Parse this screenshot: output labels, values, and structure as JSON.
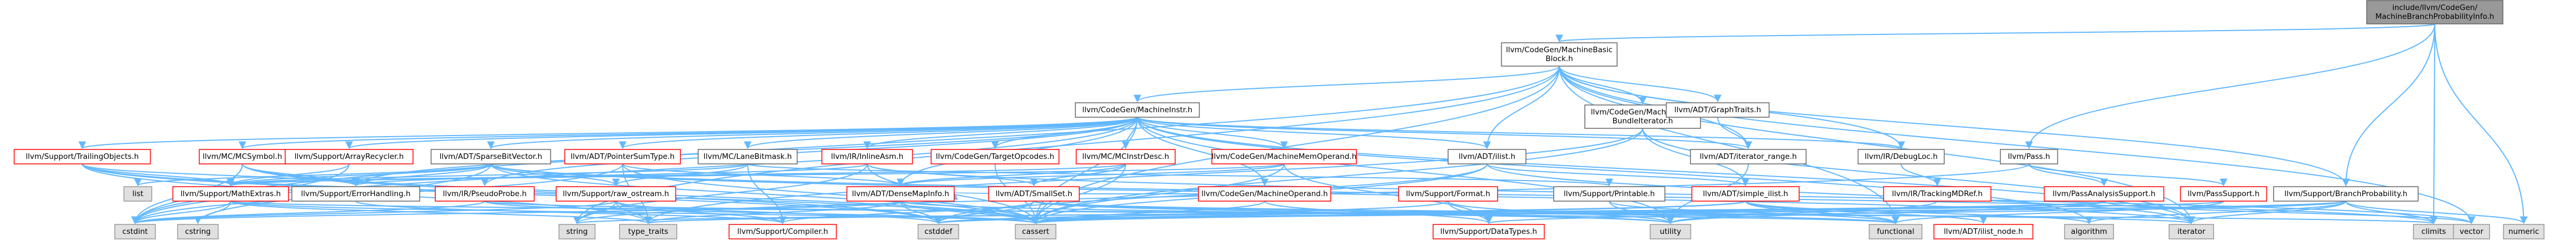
{
  "graph": {
    "nodes": [
      {
        "id": "root",
        "lines": [
          "include/llvm/CodeGen/",
          "MachineBranchProbabilityInfo.h"
        ],
        "style": "root"
      },
      {
        "id": "mbb",
        "lines": [
          "llvm/CodeGen/MachineBasic",
          "Block.h"
        ],
        "style": "plain"
      },
      {
        "id": "pass",
        "lines": [
          "llvm/Pass.h"
        ],
        "style": "plain"
      },
      {
        "id": "bp",
        "lines": [
          "llvm/Support/BranchProbability.h"
        ],
        "style": "plain"
      },
      {
        "id": "cl",
        "lines": [
          "climits"
        ],
        "style": "gray"
      },
      {
        "id": "num",
        "lines": [
          "numeric"
        ],
        "style": "gray"
      },
      {
        "id": "mi",
        "lines": [
          "llvm/CodeGen/MachineInstr.h"
        ],
        "style": "plain"
      },
      {
        "id": "mib",
        "lines": [
          "llvm/CodeGen/MachineInstr",
          "BundleIterator.h"
        ],
        "style": "plain"
      },
      {
        "id": "gt",
        "lines": [
          "llvm/ADT/GraphTraits.h"
        ],
        "style": "plain"
      },
      {
        "id": "ts",
        "lines": [
          "llvm/Support/TrailingObjects.h"
        ],
        "style": "red"
      },
      {
        "id": "sym",
        "lines": [
          "llvm/MC/MCSymbol.h"
        ],
        "style": "red"
      },
      {
        "id": "ar",
        "lines": [
          "llvm/Support/ArrayRecycler.h"
        ],
        "style": "red"
      },
      {
        "id": "sbv",
        "lines": [
          "llvm/ADT/SparseBitVector.h"
        ],
        "style": "plain"
      },
      {
        "id": "pst",
        "lines": [
          "llvm/ADT/PointerSumType.h"
        ],
        "style": "red"
      },
      {
        "id": "lbm",
        "lines": [
          "llvm/MC/LaneBitmask.h"
        ],
        "style": "plain"
      },
      {
        "id": "ia",
        "lines": [
          "llvm/IR/InlineAsm.h"
        ],
        "style": "red"
      },
      {
        "id": "tgt",
        "lines": [
          "llvm/CodeGen/TargetOpcodes.h"
        ],
        "style": "red"
      },
      {
        "id": "mcid",
        "lines": [
          "llvm/MC/MCInstrDesc.h"
        ],
        "style": "red"
      },
      {
        "id": "mmo",
        "lines": [
          "llvm/CodeGen/MachineMemOperand.h"
        ],
        "style": "red"
      },
      {
        "id": "ilist",
        "lines": [
          "llvm/ADT/ilist.h"
        ],
        "style": "plain"
      },
      {
        "id": "ir",
        "lines": [
          "llvm/ADT/iterator_range.h"
        ],
        "style": "plain"
      },
      {
        "id": "dl",
        "lines": [
          "llvm/IR/DebugLoc.h"
        ],
        "style": "plain"
      },
      {
        "id": "list",
        "lines": [
          "list"
        ],
        "style": "gray"
      },
      {
        "id": "me",
        "lines": [
          "llvm/Support/MathExtras.h"
        ],
        "style": "red"
      },
      {
        "id": "eh",
        "lines": [
          "llvm/Support/ErrorHandling.h"
        ],
        "style": "plain"
      },
      {
        "id": "pp",
        "lines": [
          "llvm/IR/PseudoProbe.h"
        ],
        "style": "red"
      },
      {
        "id": "ro",
        "lines": [
          "llvm/Support/raw_ostream.h"
        ],
        "style": "red"
      },
      {
        "id": "dmi",
        "lines": [
          "llvm/ADT/DenseMapInfo.h"
        ],
        "style": "red"
      },
      {
        "id": "ss",
        "lines": [
          "llvm/ADT/SmallSet.h"
        ],
        "style": "red"
      },
      {
        "id": "mo",
        "lines": [
          "llvm/CodeGen/MachineOperand.h"
        ],
        "style": "red"
      },
      {
        "id": "fmt",
        "lines": [
          "llvm/Support/Format.h"
        ],
        "style": "red"
      },
      {
        "id": "prt",
        "lines": [
          "llvm/Support/Printable.h"
        ],
        "style": "plain"
      },
      {
        "id": "sil",
        "lines": [
          "llvm/ADT/simple_ilist.h"
        ],
        "style": "red"
      },
      {
        "id": "tmr",
        "lines": [
          "llvm/IR/TrackingMDRef.h"
        ],
        "style": "red"
      },
      {
        "id": "pas",
        "lines": [
          "llvm/PassAnalysisSupport.h"
        ],
        "style": "red"
      },
      {
        "id": "ps",
        "lines": [
          "llvm/PassSupport.h"
        ],
        "style": "red"
      },
      {
        "id": "cstdint",
        "lines": [
          "cstdint"
        ],
        "style": "gray"
      },
      {
        "id": "cstring",
        "lines": [
          "cstring"
        ],
        "style": "gray"
      },
      {
        "id": "string",
        "lines": [
          "string"
        ],
        "style": "gray"
      },
      {
        "id": "tt",
        "lines": [
          "type_traits"
        ],
        "style": "gray"
      },
      {
        "id": "comp",
        "lines": [
          "llvm/Support/Compiler.h"
        ],
        "style": "red"
      },
      {
        "id": "cstddef",
        "lines": [
          "cstddef"
        ],
        "style": "gray"
      },
      {
        "id": "cassert",
        "lines": [
          "cassert"
        ],
        "style": "gray"
      },
      {
        "id": "dt",
        "lines": [
          "llvm/Support/DataTypes.h"
        ],
        "style": "red"
      },
      {
        "id": "utility",
        "lines": [
          "utility"
        ],
        "style": "gray"
      },
      {
        "id": "functional",
        "lines": [
          "functional"
        ],
        "style": "gray"
      },
      {
        "id": "iln",
        "lines": [
          "llvm/ADT/ilist_node.h"
        ],
        "style": "red"
      },
      {
        "id": "alg",
        "lines": [
          "algorithm"
        ],
        "style": "gray"
      },
      {
        "id": "iter",
        "lines": [
          "iterator"
        ],
        "style": "gray"
      },
      {
        "id": "vec",
        "lines": [
          "vector"
        ],
        "style": "gray"
      }
    ],
    "edges": [
      [
        "root",
        "mbb"
      ],
      [
        "root",
        "pass"
      ],
      [
        "root",
        "bp"
      ],
      [
        "root",
        "cl"
      ],
      [
        "root",
        "num"
      ],
      [
        "mbb",
        "mi"
      ],
      [
        "mbb",
        "mib"
      ],
      [
        "mbb",
        "gt"
      ],
      [
        "mbb",
        "ilist"
      ],
      [
        "mbb",
        "ir"
      ],
      [
        "mbb",
        "dl"
      ],
      [
        "mbb",
        "bp"
      ],
      [
        "mbb",
        "iter"
      ],
      [
        "mbb",
        "cstdint"
      ],
      [
        "mbb",
        "cassert"
      ],
      [
        "mbb",
        "functional"
      ],
      [
        "mbb",
        "string"
      ],
      [
        "mbb",
        "vec"
      ],
      [
        "mi",
        "ts"
      ],
      [
        "mi",
        "sym"
      ],
      [
        "mi",
        "ar"
      ],
      [
        "mi",
        "sbv"
      ],
      [
        "mi",
        "pst"
      ],
      [
        "mi",
        "lbm"
      ],
      [
        "mi",
        "ia"
      ],
      [
        "mi",
        "tgt"
      ],
      [
        "mi",
        "mcid"
      ],
      [
        "mi",
        "mmo"
      ],
      [
        "mi",
        "ilist"
      ],
      [
        "mi",
        "ir"
      ],
      [
        "mi",
        "dl"
      ],
      [
        "mi",
        "mo"
      ],
      [
        "mi",
        "dmi"
      ],
      [
        "mi",
        "pp"
      ],
      [
        "mi",
        "eh"
      ],
      [
        "mi",
        "cstdint"
      ],
      [
        "mi",
        "cassert"
      ],
      [
        "mi",
        "utility"
      ],
      [
        "mi",
        "alg"
      ],
      [
        "mi",
        "iter"
      ],
      [
        "mib",
        "sil"
      ],
      [
        "mib",
        "iter"
      ],
      [
        "mib",
        "cassert"
      ],
      [
        "mib",
        "tt"
      ],
      [
        "gt",
        "ir"
      ],
      [
        "ts",
        "me"
      ],
      [
        "ts",
        "eh"
      ],
      [
        "ts",
        "tt"
      ],
      [
        "ts",
        "cassert"
      ],
      [
        "ts",
        "cstddef"
      ],
      [
        "sym",
        "me"
      ],
      [
        "sym",
        "eh"
      ],
      [
        "sym",
        "cassert"
      ],
      [
        "sym",
        "cstddef"
      ],
      [
        "sym",
        "cstdint"
      ],
      [
        "ar",
        "me"
      ],
      [
        "ar",
        "cstdint"
      ],
      [
        "sbv",
        "me"
      ],
      [
        "sbv",
        "eh"
      ],
      [
        "sbv",
        "ro"
      ],
      [
        "sbv",
        "list"
      ],
      [
        "sbv",
        "cassert"
      ],
      [
        "sbv",
        "cstring"
      ],
      [
        "sbv",
        "iter"
      ],
      [
        "sbv",
        "cl"
      ],
      [
        "pst",
        "dmi"
      ],
      [
        "pst",
        "cassert"
      ],
      [
        "pst",
        "cstdint"
      ],
      [
        "pst",
        "tt"
      ],
      [
        "lbm",
        "me"
      ],
      [
        "lbm",
        "prt"
      ],
      [
        "lbm",
        "comp"
      ],
      [
        "lbm",
        "ro"
      ],
      [
        "ia",
        "ss"
      ],
      [
        "ia",
        "eh"
      ],
      [
        "ia",
        "cassert"
      ],
      [
        "ia",
        "string"
      ],
      [
        "ia",
        "vec"
      ],
      [
        "tgt",
        "cassert"
      ],
      [
        "mcid",
        "dmi"
      ],
      [
        "mcid",
        "me"
      ],
      [
        "mcid",
        "ss"
      ],
      [
        "mcid",
        "cassert"
      ],
      [
        "mmo",
        "dmi"
      ],
      [
        "mmo",
        "me"
      ],
      [
        "mmo",
        "dt"
      ],
      [
        "mmo",
        "cassert"
      ],
      [
        "ilist",
        "sil"
      ],
      [
        "ilist",
        "cassert"
      ],
      [
        "ilist",
        "cstddef"
      ],
      [
        "ilist",
        "iter"
      ],
      [
        "ir",
        "utility"
      ],
      [
        "dl",
        "tmr"
      ],
      [
        "me",
        "cstdint"
      ],
      [
        "me",
        "cassert"
      ],
      [
        "me",
        "cstring"
      ],
      [
        "me",
        "cl"
      ],
      [
        "me",
        "tt"
      ],
      [
        "eh",
        "comp"
      ],
      [
        "pp",
        "cassert"
      ],
      [
        "pp",
        "cstdint"
      ],
      [
        "pp",
        "functional"
      ],
      [
        "ro",
        "cstddef"
      ],
      [
        "ro",
        "cstdint"
      ],
      [
        "ro",
        "string"
      ],
      [
        "ro",
        "tt"
      ],
      [
        "ro",
        "comp"
      ],
      [
        "dmi",
        "cassert"
      ],
      [
        "dmi",
        "cstddef"
      ],
      [
        "dmi",
        "cstdint"
      ],
      [
        "dmi",
        "tt"
      ],
      [
        "dmi",
        "utility"
      ],
      [
        "ss",
        "cstddef"
      ],
      [
        "ss",
        "functional"
      ],
      [
        "ss",
        "utility"
      ],
      [
        "ss",
        "iter"
      ],
      [
        "ss",
        "comp"
      ],
      [
        "mo",
        "cassert"
      ],
      [
        "mo",
        "dmi"
      ],
      [
        "mo",
        "dt"
      ],
      [
        "fmt",
        "dt"
      ],
      [
        "fmt",
        "cassert"
      ],
      [
        "fmt",
        "utility"
      ],
      [
        "prt",
        "functional"
      ],
      [
        "prt",
        "utility"
      ],
      [
        "sil",
        "iln"
      ],
      [
        "sil",
        "alg"
      ],
      [
        "sil",
        "cassert"
      ],
      [
        "sil",
        "cstddef"
      ],
      [
        "sil",
        "functional"
      ],
      [
        "tmr",
        "utility"
      ],
      [
        "pass",
        "pas"
      ],
      [
        "pass",
        "ps"
      ],
      [
        "pass",
        "string"
      ],
      [
        "pas",
        "cassert"
      ],
      [
        "pas",
        "tt"
      ],
      [
        "pas",
        "utility"
      ],
      [
        "pas",
        "vec"
      ],
      [
        "ps",
        "functional"
      ],
      [
        "ps",
        "string"
      ],
      [
        "bp",
        "dt"
      ],
      [
        "bp",
        "alg"
      ],
      [
        "bp",
        "cassert"
      ],
      [
        "bp",
        "numeric"
      ],
      [
        "bp",
        "cstddef"
      ],
      [
        "bp",
        "iter"
      ],
      [
        "bp",
        "cl"
      ],
      [
        "bp",
        "num"
      ]
    ]
  }
}
